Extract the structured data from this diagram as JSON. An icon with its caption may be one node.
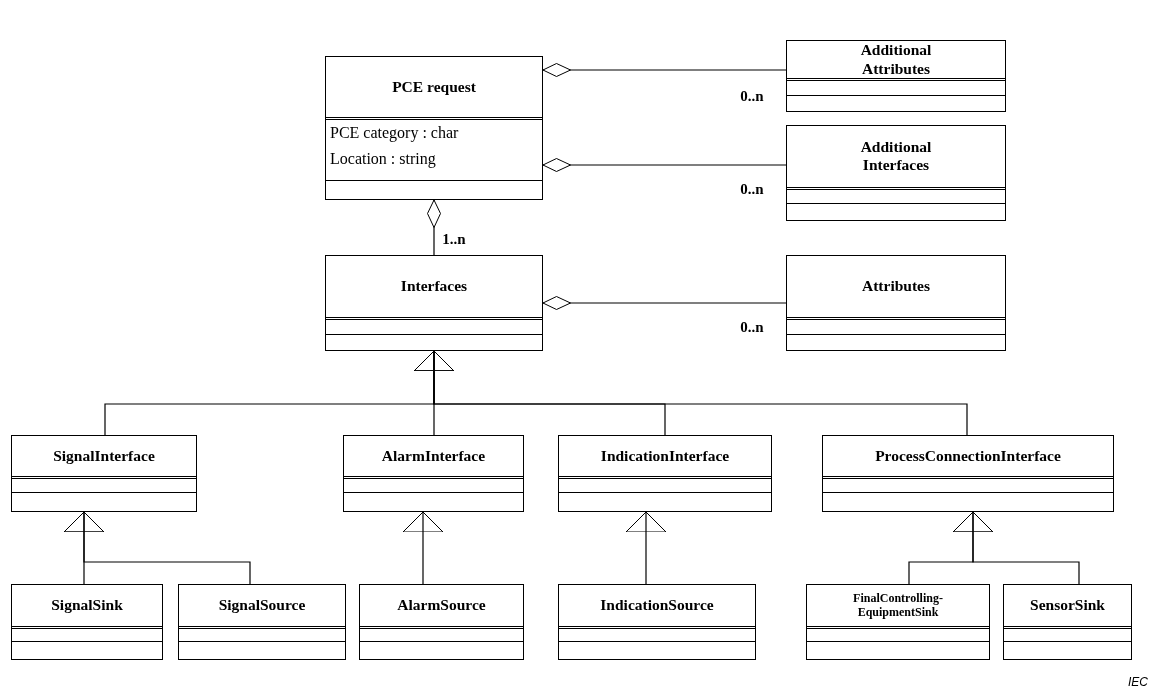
{
  "diagram": {
    "nodes": [
      {
        "text": [
          "PCE request",
          "PCE category : char",
          "Location : string"
        ]
      },
      {
        "text": [
          "Additional Attributes"
        ]
      },
      {
        "text": [
          "Additional Interfaces"
        ]
      },
      {
        "text": [
          "Interfaces"
        ]
      },
      {
        "text": [
          "Attributes"
        ]
      },
      {
        "text": [
          "SignalInterface"
        ]
      },
      {
        "text": [
          "AlarmInterface"
        ]
      },
      {
        "text": [
          "IndicationInterface"
        ]
      },
      {
        "text": [
          "ProcessConnectionInterface"
        ]
      },
      {
        "text": [
          "SignalSink"
        ]
      },
      {
        "text": [
          "SignalSource"
        ]
      },
      {
        "text": [
          "AlarmSource"
        ]
      },
      {
        "text": [
          "IndicationSource"
        ]
      },
      {
        "text": [
          "FinalControlling-EquipmentSink"
        ]
      },
      {
        "text": [
          "SensorSink"
        ]
      }
    ],
    "edges": [
      {
        "from": 0,
        "to": 1,
        "arrow": "other",
        "label": "0..n"
      },
      {
        "from": 0,
        "to": 2,
        "arrow": "other",
        "label": "0..n"
      },
      {
        "from": 0,
        "to": 3,
        "arrow": "other",
        "label": "1..n"
      },
      {
        "from": 3,
        "to": 4,
        "arrow": "other",
        "label": "0..n"
      },
      {
        "from": 5,
        "to": 3,
        "arrow": "to"
      },
      {
        "from": 6,
        "to": 3,
        "arrow": "to"
      },
      {
        "from": 7,
        "to": 3,
        "arrow": "to"
      },
      {
        "from": 8,
        "to": 3,
        "arrow": "to"
      },
      {
        "from": 9,
        "to": 5,
        "arrow": "to"
      },
      {
        "from": 10,
        "to": 5,
        "arrow": "to"
      },
      {
        "from": 11,
        "to": 6,
        "arrow": "to"
      },
      {
        "from": 12,
        "to": 7,
        "arrow": "to"
      },
      {
        "from": 13,
        "to": 8,
        "arrow": "to"
      },
      {
        "from": 14,
        "to": 8,
        "arrow": "to"
      }
    ],
    "labels": [
      "IEC"
    ]
  }
}
